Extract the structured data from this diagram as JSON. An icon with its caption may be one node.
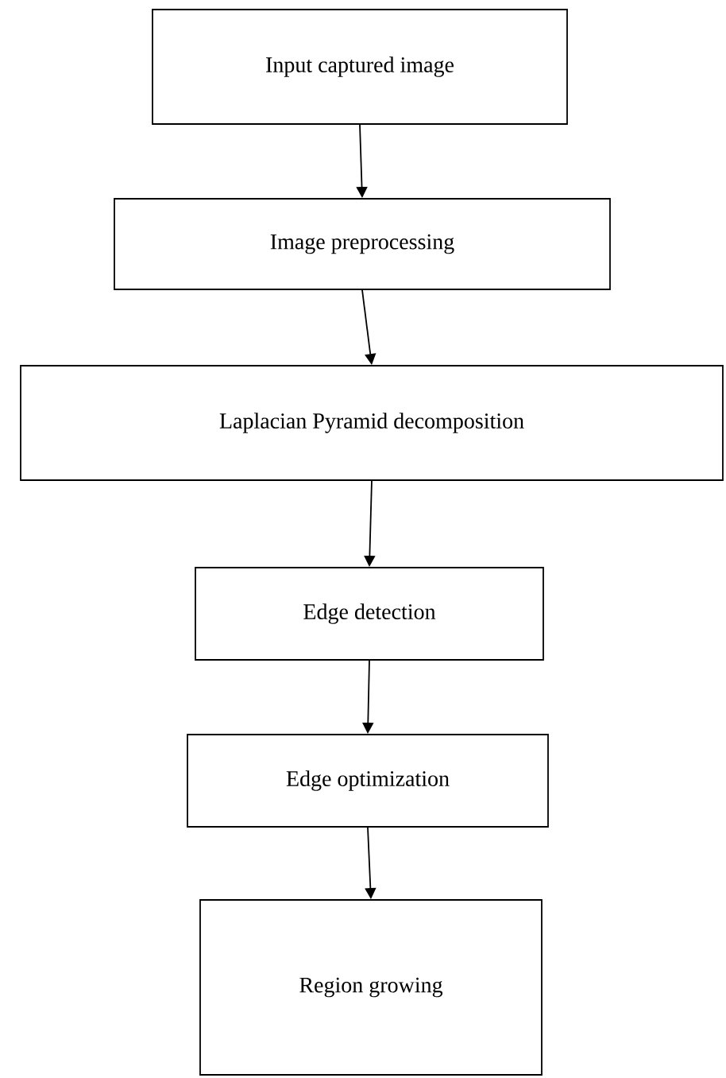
{
  "diagram": {
    "nodes": [
      {
        "text": [
          "Input captured image"
        ]
      },
      {
        "text": [
          "Image preprocessing"
        ]
      },
      {
        "text": [
          "Laplacian Pyramid decomposition"
        ]
      },
      {
        "text": [
          "Edge detection"
        ]
      },
      {
        "text": [
          "Edge optimization"
        ]
      },
      {
        "text": [
          "Region growing"
        ]
      }
    ],
    "edges": [
      {
        "from": 0,
        "to": 1,
        "arrow": "to"
      },
      {
        "from": 1,
        "to": 2,
        "arrow": "to"
      },
      {
        "from": 2,
        "to": 3,
        "arrow": "to"
      },
      {
        "from": 3,
        "to": 4,
        "arrow": "to"
      },
      {
        "from": 4,
        "to": 5,
        "arrow": "to"
      }
    ]
  }
}
